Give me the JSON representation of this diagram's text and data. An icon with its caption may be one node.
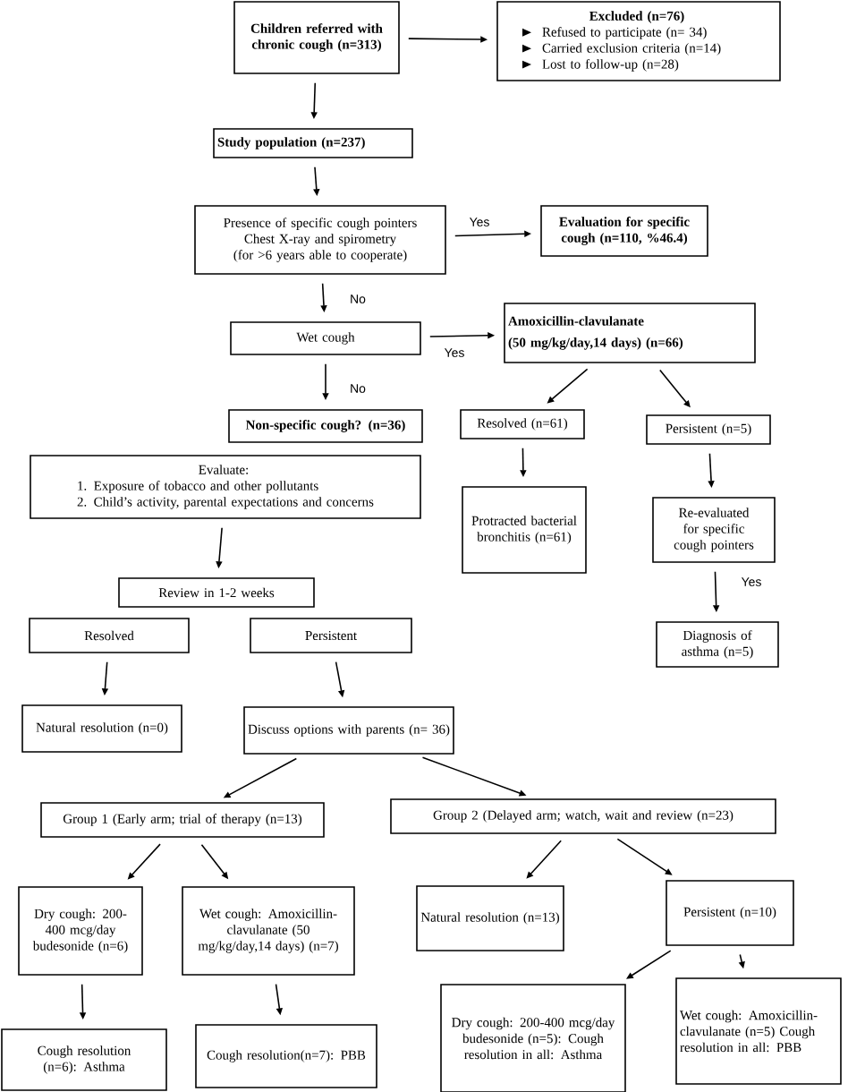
{
  "diagram": {
    "nodes": [
      {
        "text": [
          "Children referred with chronic cough (n=313)"
        ]
      },
      {
        "text": [
          "Excluded (n=76)",
          "Refused to participate (n= 34)",
          "Carried exclusion criteria (n=14)",
          "Lost to follow-up (n=28)"
        ]
      },
      {
        "text": [
          "Study population (n=237)"
        ]
      },
      {
        "text": [
          "Presence of specific cough pointers Chest X-ray and spirometry (for >6 years able to cooperate)"
        ]
      },
      {
        "text": [
          "Evaluation for specific cough (n=110, %46.4)"
        ]
      },
      {
        "text": [
          "Wet cough"
        ]
      },
      {
        "text": [
          "Amoxicillin-clavulanate",
          "(50 mg/kg/day,14 days) (n=66)"
        ]
      },
      {
        "text": [
          "Non-specific cough? (n=36)"
        ]
      },
      {
        "text": [
          "Resolved (n=61)"
        ]
      },
      {
        "text": [
          "Persistent (n=5)"
        ]
      },
      {
        "text": [
          "Evaluate:",
          "1. Exposure of tobacco and other pollutants",
          "2. Child’s activity, parental expectations and concerns"
        ]
      },
      {
        "text": [
          "Protracted bacterial bronchitis (n=61)"
        ]
      },
      {
        "text": [
          "Re-evaluated for specific cough pointers"
        ]
      },
      {
        "text": [
          "Review in 1-2 weeks"
        ]
      },
      {
        "text": [
          "Resolved"
        ]
      },
      {
        "text": [
          "Persistent"
        ]
      },
      {
        "text": [
          "Diagnosis of asthma (n=5)"
        ]
      },
      {
        "text": [
          "Natural resolution (n=0)"
        ]
      },
      {
        "text": [
          "Discuss options with parents (n= 36)"
        ]
      },
      {
        "text": [
          "Group 1 (Early arm; trial of therapy (n=13)"
        ]
      },
      {
        "text": [
          "Group 2 (Delayed arm; watch, wait and review (n=23)"
        ]
      },
      {
        "text": [
          "Dry cough: 200-400 mcg/day budesonide (n=6)"
        ]
      },
      {
        "text": [
          "Wet cough: Amoxicillin-clavulanate (50 mg/kg/day,14 days) (n=7)"
        ]
      },
      {
        "text": [
          "Natural resolution (n=13)"
        ]
      },
      {
        "text": [
          "Persistent (n=10)"
        ]
      },
      {
        "text": [
          "Cough resolution (n=6): Asthma"
        ]
      },
      {
        "text": [
          "Cough resolution(n=7): PBB"
        ]
      },
      {
        "text": [
          "Dry cough: 200-400 mcg/day budesonide (n=5): Cough resolution in all: Asthma"
        ]
      },
      {
        "text": [
          "Wet cough: Amoxicillin-clavulanate (n=5) Cough resolution in all: PBB"
        ]
      }
    ],
    "edges": [
      {
        "from": 0,
        "to": 1,
        "arrow": "to"
      },
      {
        "from": 0,
        "to": 2,
        "arrow": "to"
      },
      {
        "from": 2,
        "to": 3,
        "arrow": "to"
      },
      {
        "from": 3,
        "to": 4,
        "arrow": "to",
        "label": "Yes"
      },
      {
        "from": 3,
        "to": 5,
        "arrow": "to",
        "label": "No"
      },
      {
        "from": 5,
        "to": 6,
        "arrow": "to",
        "label": "Yes"
      },
      {
        "from": 5,
        "to": 7,
        "arrow": "to",
        "label": "No"
      },
      {
        "from": 6,
        "to": 8,
        "arrow": "to"
      },
      {
        "from": 6,
        "to": 9,
        "arrow": "to"
      },
      {
        "from": 8,
        "to": 11,
        "arrow": "to"
      },
      {
        "from": 9,
        "to": 12,
        "arrow": "to"
      },
      {
        "from": 12,
        "to": 16,
        "arrow": "to",
        "label": "Yes"
      },
      {
        "from": 10,
        "to": 13,
        "arrow": "to"
      },
      {
        "from": 14,
        "to": 17,
        "arrow": "to"
      },
      {
        "from": 15,
        "to": 18,
        "arrow": "to"
      },
      {
        "from": 18,
        "to": 19,
        "arrow": "to"
      },
      {
        "from": 18,
        "to": 20,
        "arrow": "to"
      },
      {
        "from": 19,
        "to": 21,
        "arrow": "to"
      },
      {
        "from": 19,
        "to": 22,
        "arrow": "to"
      },
      {
        "from": 20,
        "to": 23,
        "arrow": "to"
      },
      {
        "from": 20,
        "to": 24,
        "arrow": "to"
      },
      {
        "from": 21,
        "to": 25,
        "arrow": "to"
      },
      {
        "from": 22,
        "to": 26,
        "arrow": "to"
      },
      {
        "from": 24,
        "to": 27,
        "arrow": "to"
      },
      {
        "from": 24,
        "to": 28,
        "arrow": "to"
      }
    ]
  }
}
